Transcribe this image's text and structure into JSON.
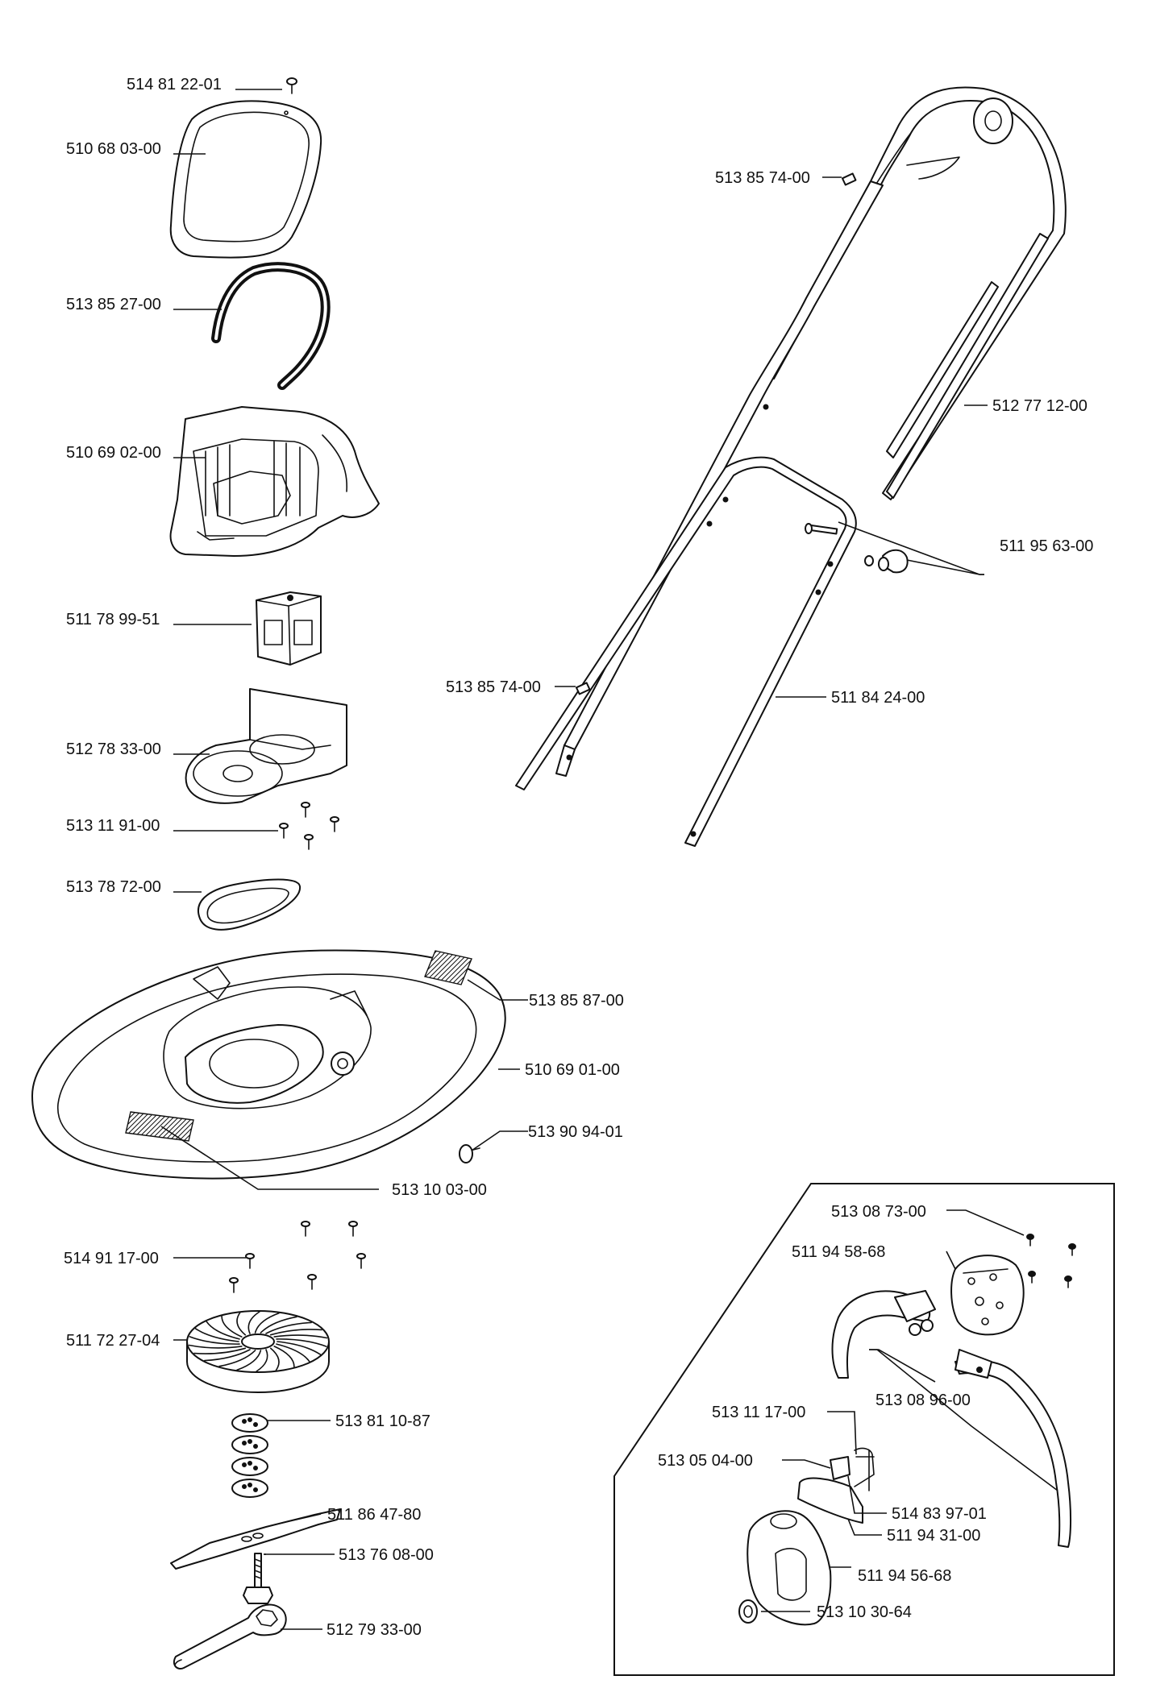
{
  "labels": [
    {
      "id": "p1",
      "text": "514 81 22-01"
    },
    {
      "id": "p2",
      "text": "510 68 03-00"
    },
    {
      "id": "p3",
      "text": "513 85 27-00"
    },
    {
      "id": "p4",
      "text": "510 69 02-00"
    },
    {
      "id": "p5",
      "text": "511 78 99-51"
    },
    {
      "id": "p6",
      "text": "512 78 33-00"
    },
    {
      "id": "p7",
      "text": "513 11 91-00"
    },
    {
      "id": "p8",
      "text": "513 78 72-00"
    },
    {
      "id": "p9",
      "text": "513 85 87-00"
    },
    {
      "id": "p10",
      "text": "510 69 01-00"
    },
    {
      "id": "p11",
      "text": "513 90 94-01"
    },
    {
      "id": "p12",
      "text": "513 10 03-00"
    },
    {
      "id": "p13",
      "text": "514 91 17-00"
    },
    {
      "id": "p14",
      "text": "511 72 27-04"
    },
    {
      "id": "p15",
      "text": "513 81 10-87"
    },
    {
      "id": "p16",
      "text": "511 86 47-80"
    },
    {
      "id": "p17",
      "text": "513 76 08-00"
    },
    {
      "id": "p18",
      "text": "512 79 33-00"
    },
    {
      "id": "p19",
      "text": "513 85 74-00"
    },
    {
      "id": "p20",
      "text": "512 77 12-00"
    },
    {
      "id": "p21",
      "text": "511 95 63-00"
    },
    {
      "id": "p22",
      "text": "513 85 74-00"
    },
    {
      "id": "p23",
      "text": "511 84 24-00"
    },
    {
      "id": "p24",
      "text": "513 08 73-00"
    },
    {
      "id": "p25",
      "text": "511 94 58-68"
    },
    {
      "id": "p26",
      "text": "513 08 96-00"
    },
    {
      "id": "p27",
      "text": "513 11 17-00"
    },
    {
      "id": "p28",
      "text": "513 05 04-00"
    },
    {
      "id": "p29",
      "text": "514 83 97-01"
    },
    {
      "id": "p30",
      "text": "511 94 31-00"
    },
    {
      "id": "p31",
      "text": "511 94 56-68"
    },
    {
      "id": "p32",
      "text": "513 10 30-64"
    }
  ]
}
